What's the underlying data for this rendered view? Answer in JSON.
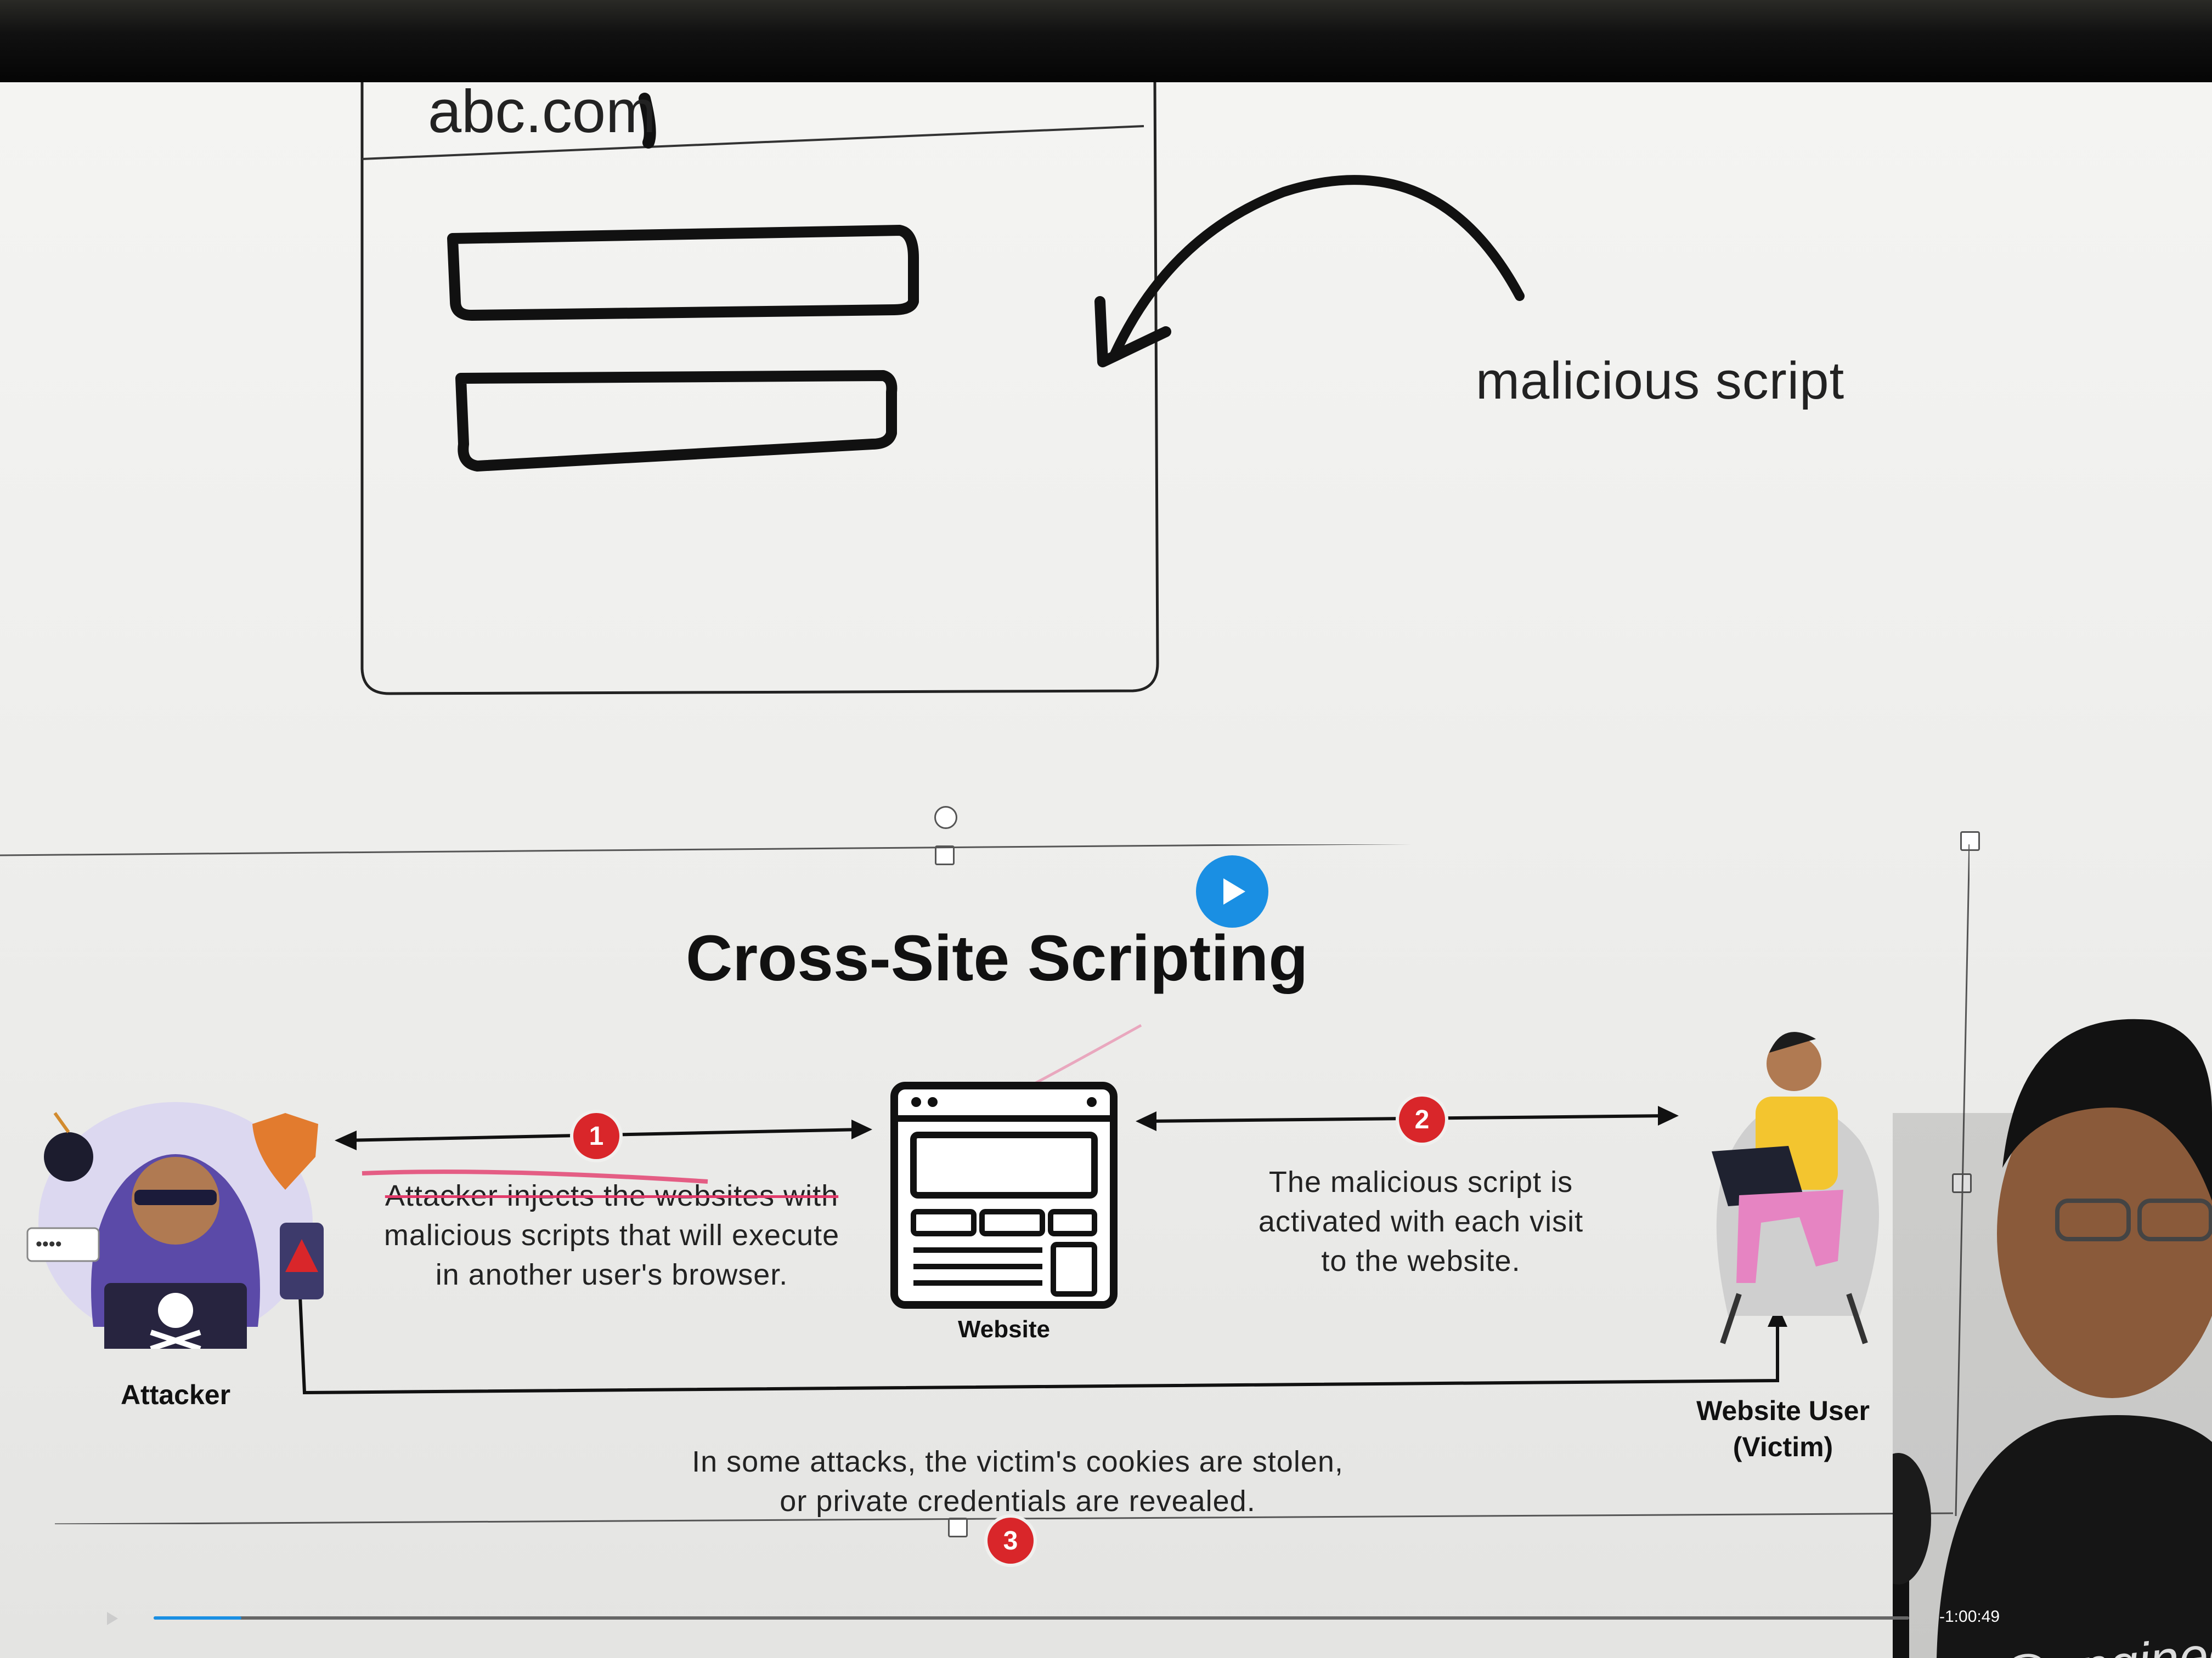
{
  "whiteboard": {
    "url_text": "abc.com",
    "annotation_label": "malicious script"
  },
  "slide": {
    "title": "Cross-Site Scripting",
    "attacker_label": "Attacker",
    "website_label": "Website",
    "victim_label_line1": "Website User",
    "victim_label_line2": "(Victim)",
    "steps": [
      {
        "number": "1",
        "text_lines": [
          "Attacker injects the websites with",
          "malicious scripts that will execute",
          "in another user's browser."
        ]
      },
      {
        "number": "2",
        "text_lines": [
          "The malicious script is",
          "activated with each visit",
          "to the website."
        ]
      },
      {
        "number": "3",
        "text_lines": [
          "In some attacks, the victim's cookies are stolen,",
          "or private credentials are revealed."
        ]
      }
    ]
  },
  "player": {
    "time_remaining": "-1:00:49",
    "progress_fraction": 0.05
  },
  "watermark": "@engineer",
  "colors": {
    "step_badge": "#d9262a",
    "play_button": "#1a8fe3",
    "highlighter": "#e23a6a"
  },
  "icons": [
    "hacker-icon",
    "skull-icon",
    "bomb-icon",
    "bug-shield-icon",
    "warning-icon",
    "website-icon",
    "laptop-icon",
    "play-icon"
  ]
}
